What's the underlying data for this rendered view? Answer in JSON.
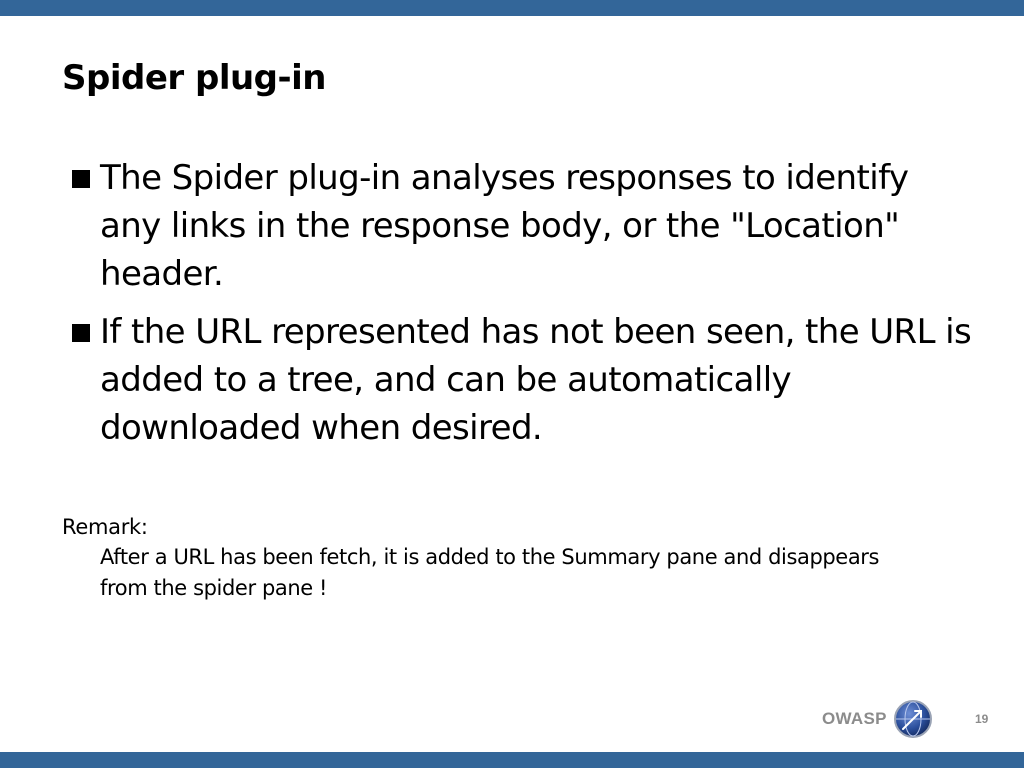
{
  "slide": {
    "title": "Spider plug-in",
    "bullets": [
      "The Spider plug-in analyses responses to identify any links in the response body, or the \"Location\" header.",
      "If the URL represented has not been seen, the URL is added to a tree, and can be automatically downloaded when desired."
    ],
    "remark": {
      "label": "Remark:",
      "text": "After a URL has been fetch, it is added to the Summary pane and disappears from the spider pane !"
    }
  },
  "footer": {
    "logo_text": "OWASP",
    "page_number": "19"
  },
  "colors": {
    "bar": "#336699",
    "logo_gray": "#8c8c8c",
    "globe_blue": "#2b4f9c"
  },
  "icons": {
    "bullet": "square-bullet-icon",
    "logo": "owasp-globe-icon"
  }
}
